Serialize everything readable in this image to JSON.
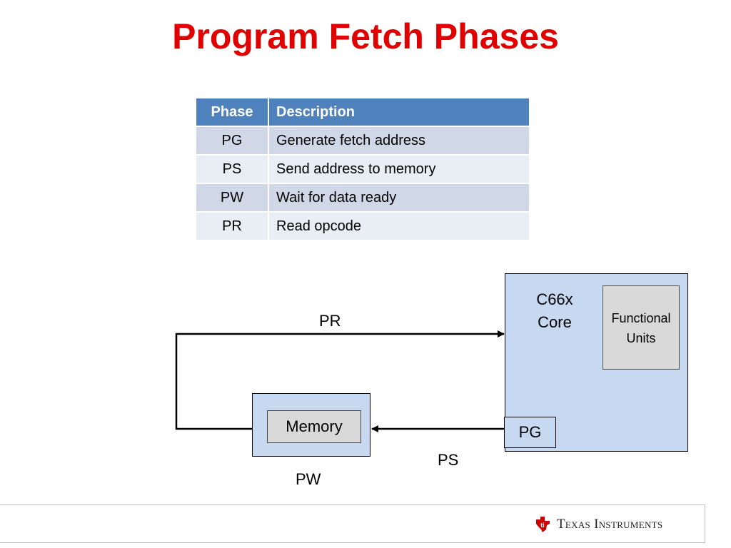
{
  "title": "Program Fetch Phases",
  "table": {
    "headers": [
      "Phase",
      "Description"
    ],
    "rows": [
      {
        "phase": "PG",
        "description": "Generate fetch address"
      },
      {
        "phase": "PS",
        "description": "Send address to memory"
      },
      {
        "phase": "PW",
        "description": "Wait for data ready"
      },
      {
        "phase": "PR",
        "description": "Read opcode"
      }
    ]
  },
  "diagram": {
    "core_line1": "C66x",
    "core_line2": "Core",
    "functional_units_line1": "Functional",
    "functional_units_line2": "Units",
    "pg": "PG",
    "memory": "Memory",
    "pr": "PR",
    "ps": "PS",
    "pw": "PW"
  },
  "footer": {
    "brand": "Texas Instruments"
  },
  "colors": {
    "title": "#e00000",
    "table_header": "#4f81bd",
    "table_row_odd": "#d0d8e8",
    "table_row_even": "#e9edf4",
    "box_fill": "#c6d9f1",
    "unit_fill": "#d9d9d9",
    "logo_red": "#cc0000"
  }
}
